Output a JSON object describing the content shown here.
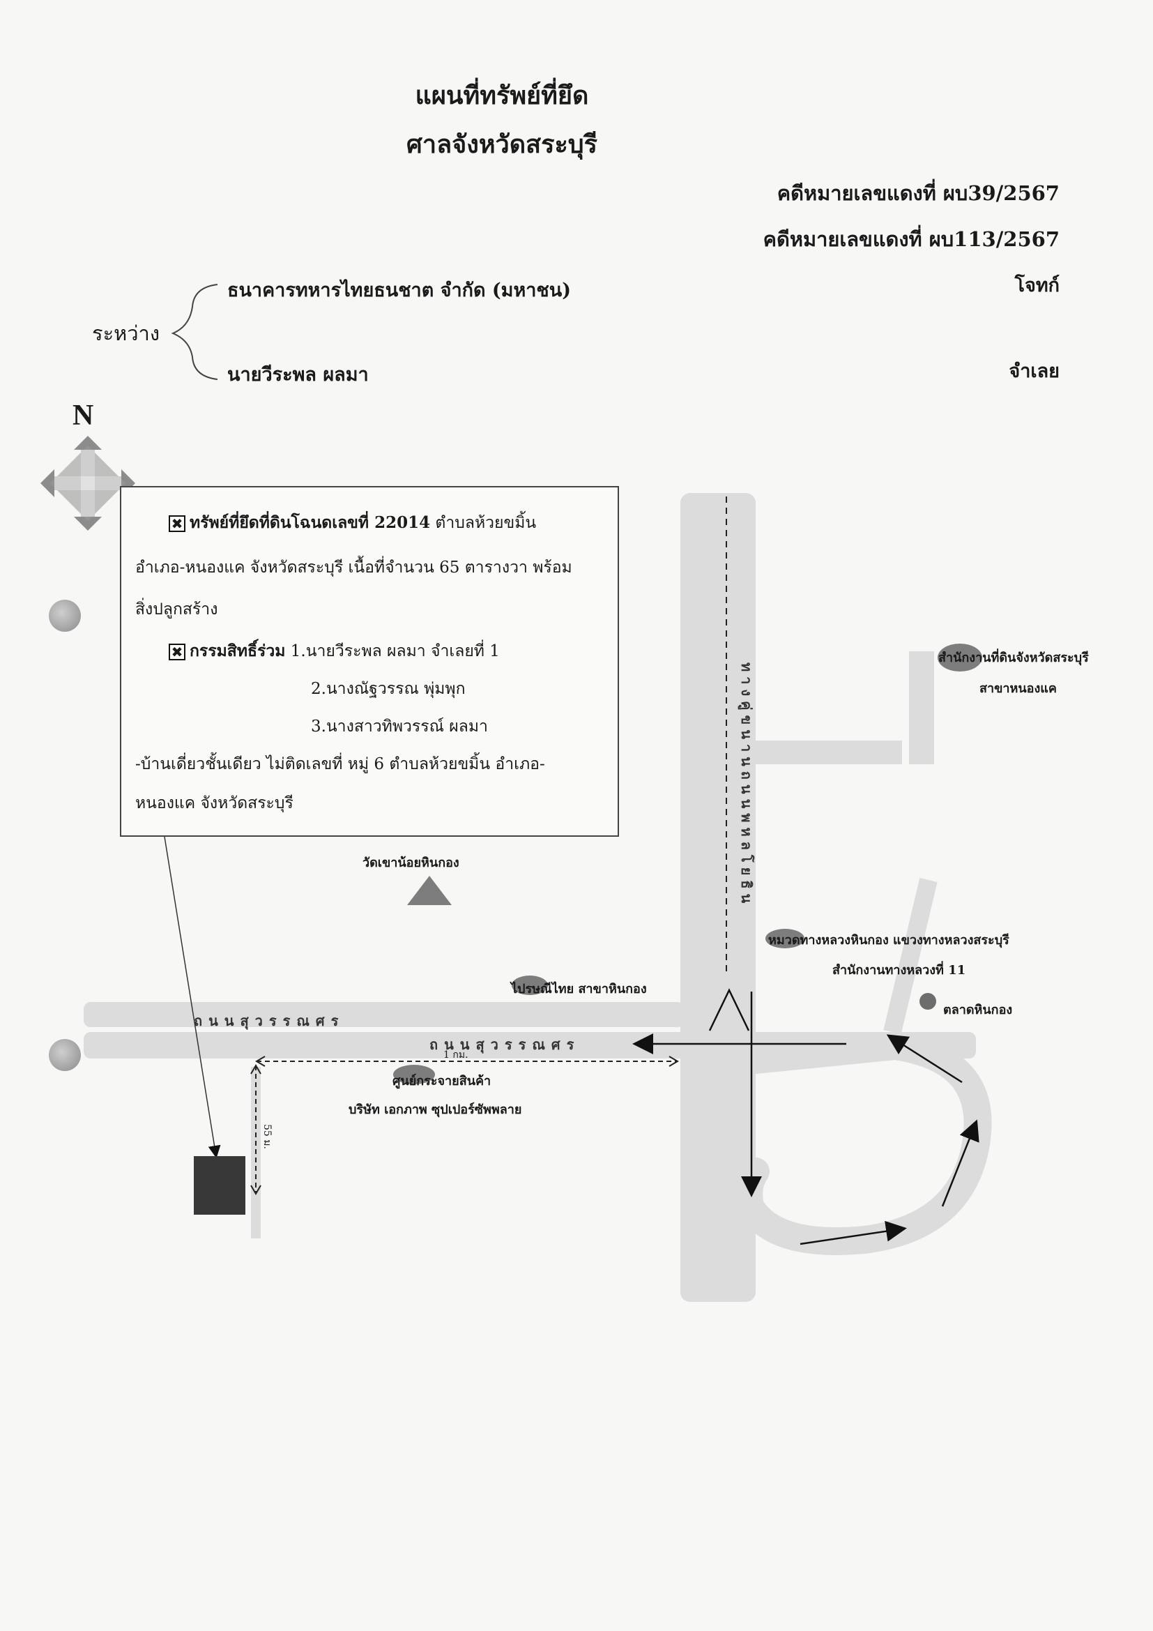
{
  "header": {
    "title": "แผนที่ทรัพย์ที่ยึด",
    "court": "ศาลจังหวัดสระบุรี",
    "case_1": "คดีหมายเลขแดงที่  ผบ39/2567",
    "case_2": "คดีหมายเลขแดงที่  ผบ113/2567"
  },
  "parties": {
    "between_label": "ระหว่าง",
    "plaintiff_name": "ธนาคารทหารไทยธนชาต จำกัด (มหาชน)",
    "plaintiff_role": "โจทก์",
    "defendant_name": "นายวีระพล ผลมา",
    "defendant_role": "จำเลย"
  },
  "compass": {
    "label": "N"
  },
  "property_box": {
    "check_mark": "✖",
    "line1_bold": "ทรัพย์ที่ยึดที่ดินโฉนดเลขที่ 22014",
    "line1_rest": " ตำบลห้วยขมิ้น",
    "line2": "อำเภอ-หนองแค จังหวัดสระบุรี  เนื้อที่จำนวน  65 ตารางวา พร้อม",
    "line3": "สิ่งปลูกสร้าง",
    "co_owner_label": "กรรมสิทธิ์ร่วม",
    "owner_1": "1.นายวีระพล ผลมา จำเลยที่ 1",
    "owner_2": "2.นางณัฐวรรณ พุ่มพุก",
    "owner_3": "3.นางสาวทิพวรรณ์ ผลมา",
    "line_house": "-บ้านเดี่ยวชั้นเดียว ไม่ติดเลขที่ หมู่ 6 ตำบลห้วยขมิ้น  อำเภอ-",
    "line_house2": "หนองแค จังหวัดสระบุรี"
  },
  "landmarks": {
    "temple": "วัดเขาน้อยหินกอง",
    "land_office": "สำนักงานที่ดินจังหวัดสระบุรี",
    "land_office_branch": "สาขาหนองแค",
    "highway_unit": "หมวดทางหลวงหินกอง แขวงทางหลวงสระบุรี",
    "highway_office": "สำนักงานทางหลวงที่ 11",
    "market": "ตลาดหินกอง",
    "post_office": "ไปรษณีไทย สาขาหินกอง",
    "distribution_center": "ศูนย์กระจายสินค้า",
    "company": "บริษัท เอกภาพ ซุปเปอร์ซัพพลาย"
  },
  "roads": {
    "suwannason_1": "ถนนสุวรรณศร",
    "suwannason_2": "ถนนสุวรรณศร",
    "phahonyothin": "ทางคู่ขนานถนนพหลโยธิน"
  },
  "distances": {
    "horizontal": "1 กม.",
    "vertical": "55 ม."
  },
  "colors": {
    "road": "#dcdcdc",
    "landmark_oval": "#7d7d7d",
    "property_block": "#383838",
    "compass": "#8c8c8c"
  }
}
